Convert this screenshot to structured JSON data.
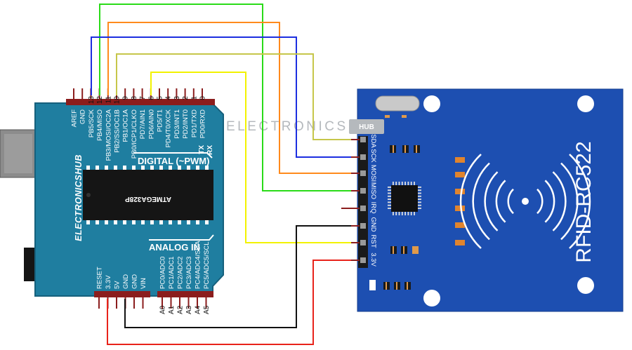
{
  "arduino": {
    "brand": "ELECTRONICSHUB",
    "chip": "ATMEGA328P",
    "digital_label": "DIGITAL (~PWM)",
    "analog_label": "ANALOG IN",
    "tx_label": "TX",
    "rx_label": "RX",
    "top_pins": [
      {
        "num": "",
        "label": "AREF"
      },
      {
        "num": "",
        "label": "GND"
      },
      {
        "num": "13",
        "label": "PB5/SCK"
      },
      {
        "num": "12",
        "label": "PB4/MISO"
      },
      {
        "num": "11",
        "label": "PB3/MOSI/OC2A"
      },
      {
        "num": "10",
        "label": "PB2/SS/OC1B"
      },
      {
        "num": "9",
        "label": "PB1/OC1A"
      },
      {
        "num": "8",
        "label": "PB0/ICP1/CLKO"
      },
      {
        "num": "7",
        "label": "PD7/AIN1"
      },
      {
        "num": "6",
        "label": "PD6/AIN0"
      },
      {
        "num": "5",
        "label": "PD5/T1"
      },
      {
        "num": "4",
        "label": "PD4/T0/XCK"
      },
      {
        "num": "3",
        "label": "PD3/INT1"
      },
      {
        "num": "2",
        "label": "PD2/INT0"
      },
      {
        "num": "1",
        "label": "PD1/TXD"
      },
      {
        "num": "0",
        "label": "PD0/RXD"
      }
    ],
    "power_pins": [
      "RESET",
      "3.3V",
      "5V",
      "GND",
      "GND",
      "VIN"
    ],
    "analog_pins": [
      {
        "num": "A0",
        "label": "PC0/ADC0"
      },
      {
        "num": "A1",
        "label": "PC1/ADC1"
      },
      {
        "num": "A2",
        "label": "PC2/ADC2"
      },
      {
        "num": "A3",
        "label": "PC3/ADC3"
      },
      {
        "num": "A4",
        "label": "PC4/ADC4/SDA"
      },
      {
        "num": "A5",
        "label": "PC5/ADC5/SCL"
      }
    ]
  },
  "rfid": {
    "title": "RFID-RC522",
    "pins": [
      "SDA",
      "SCK",
      "MOSI",
      "MISO",
      "IRQ",
      "GND",
      "RST",
      "3.3V"
    ]
  },
  "watermark": {
    "text": "ELECTRONICS",
    "hub": "HUB"
  },
  "colors": {
    "board_blue": "#1f7ea0",
    "rfid_blue": "#1d4fb1",
    "wire_green": "#2adb18",
    "wire_orange": "#ff8a1c",
    "wire_blue": "#1c2ee0",
    "wire_olive": "#c6c64a",
    "wire_yellow": "#f2f200",
    "wire_black": "#111111",
    "wire_red": "#e8231a",
    "header_pin": "#8b1d1d"
  }
}
